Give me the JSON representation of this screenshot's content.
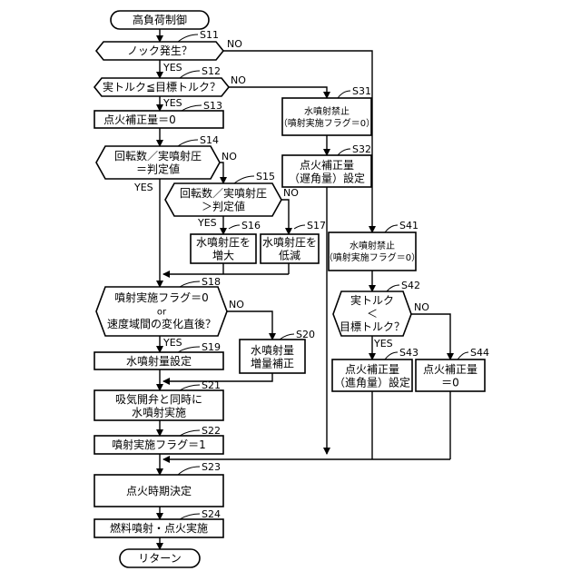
{
  "nodes": {
    "start": {
      "lines": [
        "高負荷制御"
      ]
    },
    "s11": {
      "step": "S11",
      "lines": [
        "ノック発生？"
      ],
      "yes": "YES",
      "no": "NO"
    },
    "s12": {
      "step": "S12",
      "lines": [
        "実トルク≦目標トルク？"
      ],
      "yes": "YES",
      "no": "NO"
    },
    "s13": {
      "step": "S13",
      "lines": [
        "点火補正量＝0"
      ]
    },
    "s14": {
      "step": "S14",
      "lines": [
        "回転数／実噴射圧",
        "＝判定値"
      ],
      "yes": "YES",
      "no": "NO"
    },
    "s15": {
      "step": "S15",
      "lines": [
        "回転数／実噴射圧",
        "＞判定値"
      ],
      "yes": "YES",
      "no": "NO"
    },
    "s16": {
      "step": "S16",
      "lines": [
        "水噴射圧を",
        "増大"
      ]
    },
    "s17": {
      "step": "S17",
      "lines": [
        "水噴射圧を",
        "低減"
      ]
    },
    "s18": {
      "step": "S18",
      "lines": [
        "噴射実施フラグ＝0",
        "or",
        "速度域間の変化直後？"
      ],
      "yes": "YES",
      "no": "NO"
    },
    "s19": {
      "step": "S19",
      "lines": [
        "水噴射量設定"
      ]
    },
    "s20": {
      "step": "S20",
      "lines": [
        "水噴射量",
        "増量補正"
      ]
    },
    "s21": {
      "step": "S21",
      "lines": [
        "吸気開弁と同時に",
        "水噴射実施"
      ]
    },
    "s22": {
      "step": "S22",
      "lines": [
        "噴射実施フラグ＝1"
      ]
    },
    "s23": {
      "step": "S23",
      "lines": [
        "点火時期決定"
      ]
    },
    "s24": {
      "step": "S24",
      "lines": [
        "燃料噴射・点火実施"
      ]
    },
    "end": {
      "lines": [
        "リターン"
      ]
    },
    "s31": {
      "step": "S31",
      "lines": [
        "水噴射禁止",
        "（噴射実施フラグ＝0）"
      ]
    },
    "s32": {
      "step": "S32",
      "lines": [
        "点火補正量",
        "（遅角量）設定"
      ]
    },
    "s41": {
      "step": "S41",
      "lines": [
        "水噴射禁止",
        "（噴射実施フラグ＝0）"
      ]
    },
    "s42": {
      "step": "S42",
      "lines": [
        "実トルク",
        "＜",
        "目標トルク？"
      ],
      "yes": "YES",
      "no": "NO"
    },
    "s43": {
      "step": "S43",
      "lines": [
        "点火補正量",
        "（進角量）設定"
      ]
    },
    "s44": {
      "step": "S44",
      "lines": [
        "点火補正量",
        "＝0"
      ]
    }
  }
}
